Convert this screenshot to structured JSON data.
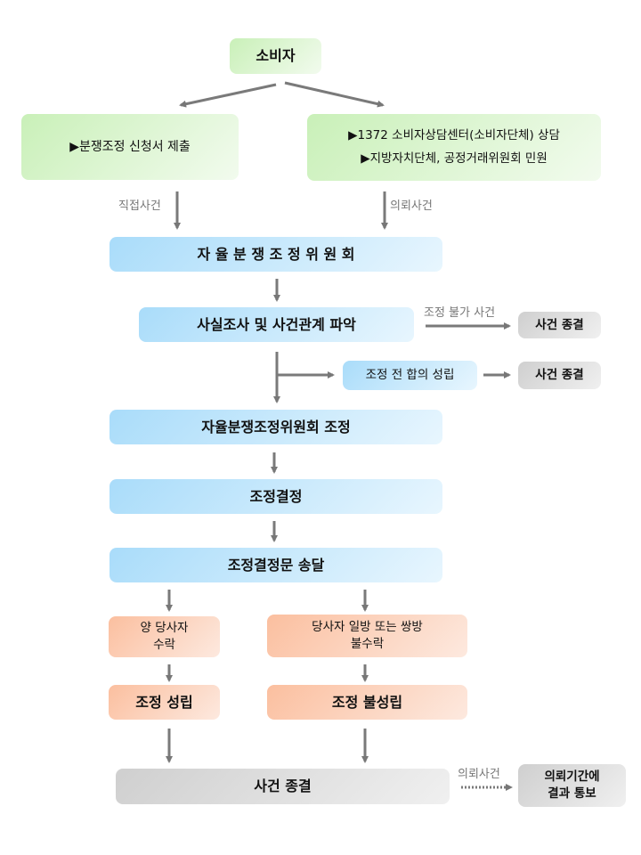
{
  "consumer": "소비자",
  "left_box": "▶분쟁조정 신청서 제출",
  "right_box": [
    "▶1372 소비자상담센터(소비자단체) 상담",
    "▶지방자치단체, 공정거래위원회 민원"
  ],
  "label_direct": "직접사건",
  "label_request": "의뢰사건",
  "committee": "자 율 분 쟁 조 정 위 원 회",
  "investigation": "사실조사 및 사건관계 파악",
  "label_not_possible": "조정 불가 사건",
  "case_closed_1": "사건 종결",
  "pre_agreement": "조정 전 합의 성립",
  "case_closed_2": "사건 종결",
  "committee_mediation": "자율분쟁조정위원회 조정",
  "decision": "조정결정",
  "delivery": "조정결정문 송달",
  "accept": [
    "양 당사자",
    "수락"
  ],
  "reject": [
    "당사자 일방 또는 쌍방",
    "불수락"
  ],
  "success": "조정 성립",
  "failure": "조정 불성립",
  "final_closed": "사건 종결",
  "label_request_bottom": "의뢰사건",
  "notify": [
    "의뢰기간에",
    "결과 통보"
  ]
}
